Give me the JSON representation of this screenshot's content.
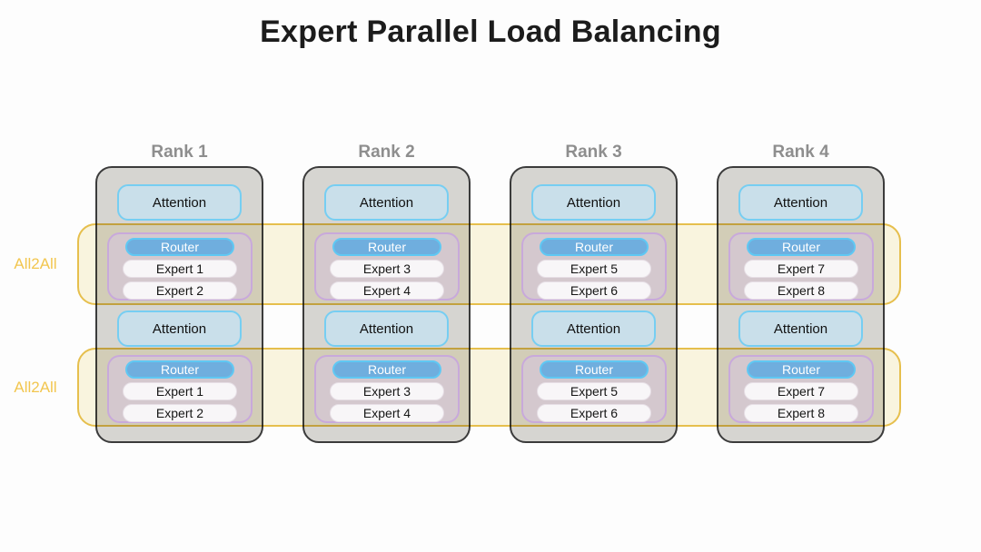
{
  "title": "Expert Parallel Load Balancing",
  "labels": {
    "attention": "Attention",
    "router": "Router",
    "all2all": "All2All"
  },
  "ranks": [
    {
      "label": "Rank 1",
      "experts": [
        "Expert 1",
        "Expert 2"
      ]
    },
    {
      "label": "Rank 2",
      "experts": [
        "Expert 3",
        "Expert 4"
      ]
    },
    {
      "label": "Rank 3",
      "experts": [
        "Expert 5",
        "Expert 6"
      ]
    },
    {
      "label": "Rank 4",
      "experts": [
        "Expert 7",
        "Expert 8"
      ]
    }
  ],
  "colors": {
    "title-color": "#1c1c1c",
    "rank-label": "#8e8e8e",
    "col-fill": "#d6d5d1",
    "col-border": "#3b3b3b",
    "attn-fill": "#c9dfea",
    "attn-border": "#76cef2",
    "moe-fill": "#d4c8ce",
    "moe-border": "#c8a9db",
    "router-fill": "#6faede",
    "router-border": "#5fc8f3",
    "expert-fill": "#f8f6f8",
    "expert-border": "#e6dee5",
    "band-fill": "#fbf6e0",
    "band-border": "#e8c14d",
    "gold-text": "#f2c64f"
  }
}
